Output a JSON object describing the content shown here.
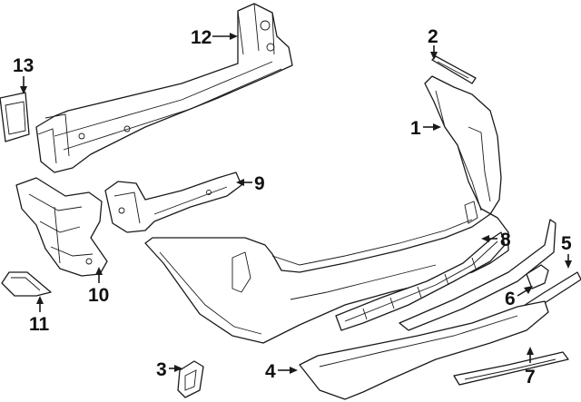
{
  "diagram": {
    "callouts": [
      {
        "id": "1",
        "text": "1"
      },
      {
        "id": "2",
        "text": "2"
      },
      {
        "id": "3",
        "text": "3"
      },
      {
        "id": "4",
        "text": "4"
      },
      {
        "id": "5",
        "text": "5"
      },
      {
        "id": "6",
        "text": "6"
      },
      {
        "id": "7",
        "text": "7"
      },
      {
        "id": "8",
        "text": "8"
      },
      {
        "id": "9",
        "text": "9"
      },
      {
        "id": "10",
        "text": "10"
      },
      {
        "id": "11",
        "text": "11"
      },
      {
        "id": "12",
        "text": "12"
      },
      {
        "id": "13",
        "text": "13"
      }
    ]
  },
  "colors": {
    "line": "#1a1a1a",
    "background": "#ffffff"
  }
}
